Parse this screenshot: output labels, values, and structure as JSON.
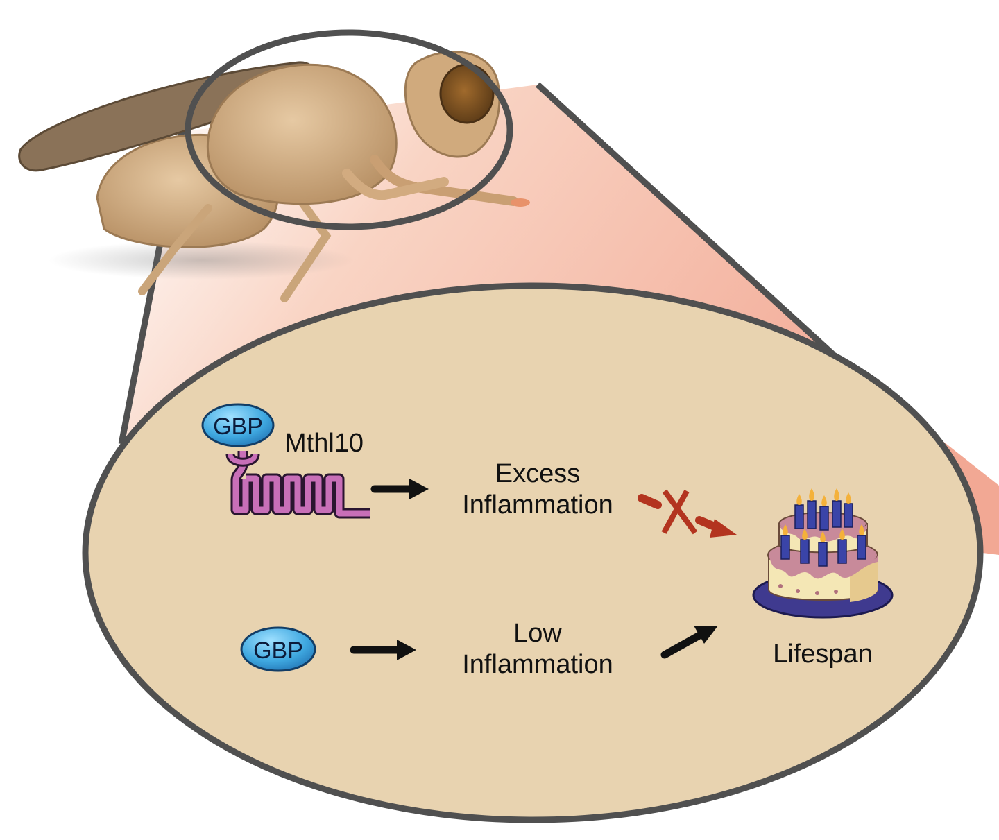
{
  "colors": {
    "fly_body": "#c7a47c",
    "fly_outline": "#8e6e4b",
    "wing": "#8a7258",
    "oval_fill": "#e8d3b0",
    "oval_stroke": "#505050",
    "cone_pink": "#f3ad9b",
    "gbp_blue": "#3fa8e0",
    "receptor_purple": "#c86fb8",
    "arrow_black": "#111111",
    "arrow_red": "#b3341f",
    "cake_plate": "#3f3a8f",
    "cake_pink": "#c88a9a",
    "cake_cream": "#f4e7b5",
    "candle_blue": "#3a44a8",
    "flame": "#f4b13a"
  },
  "icons": [
    "fly-icon",
    "gbp-protein-icon",
    "mthl10-receptor-icon",
    "arrow-icon",
    "blocked-arrow-icon",
    "cross-icon",
    "birthday-cake-icon"
  ],
  "pathway_top": {
    "gbp_label": "GBP",
    "receptor_label": "Mthl10",
    "outcome_line1": "Excess",
    "outcome_line2": "Inflammation",
    "blocked_mark": "X"
  },
  "pathway_bottom": {
    "gbp_label": "GBP",
    "outcome_line1": "Low",
    "outcome_line2": "Inflammation"
  },
  "result": {
    "label": "Lifespan"
  }
}
